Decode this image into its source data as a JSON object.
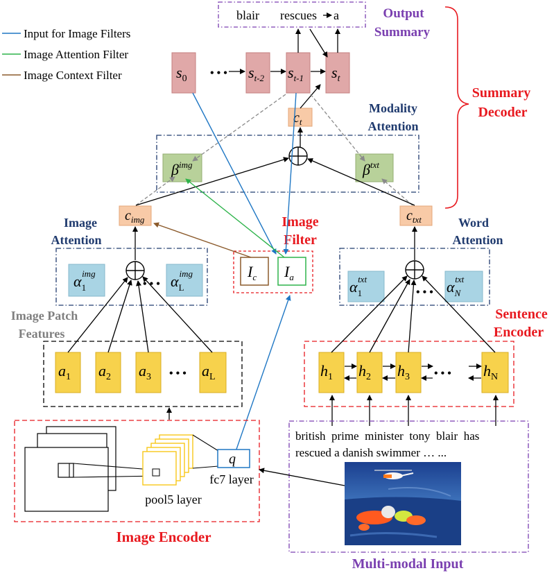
{
  "legend": {
    "items": [
      {
        "label": "Input for Image Filters",
        "color": "#1f77c4"
      },
      {
        "label": "Image Attention Filter",
        "color": "#2db34a"
      },
      {
        "label": "Image Context Filter",
        "color": "#8b5a2b"
      }
    ]
  },
  "colors": {
    "red_label": "#e8191f",
    "purple_label": "#7a3fb0",
    "navy_label": "#1f3a6e",
    "gray_label": "#7f7f7f",
    "state_fill": "#e0a8a8",
    "yellow_fill": "#f7d24c",
    "blue_fill": "#a9d4e4",
    "green_fill": "#b8d19a",
    "peach_fill": "#f8caa7"
  },
  "labels": {
    "output_summary_line1": "Output",
    "output_summary_line2": "Summary",
    "summary_decoder_line1": "Summary",
    "summary_decoder_line2": "Decoder",
    "modality_attention_line1": "Modality",
    "modality_attention_line2": "Attention",
    "image_attention_line1": "Image",
    "image_attention_line2": "Attention",
    "image_filter_line1": "Image",
    "image_filter_line2": "Filter",
    "word_attention_line1": "Word",
    "word_attention_line2": "Attention",
    "image_patch_line1": "Image Patch",
    "image_patch_line2": "Features",
    "sentence_encoder_line1": "Sentence",
    "sentence_encoder_line2": "Encoder",
    "image_encoder": "Image Encoder",
    "multimodal_input": "Multi-modal Input",
    "pool5_layer": "pool5 layer",
    "fc7_layer": "fc7 layer"
  },
  "output_text": {
    "blair": "blair",
    "rescues": "rescues",
    "a": "a"
  },
  "input_text": {
    "line1": "british  prime  minister  tony  blair  has",
    "line2": "rescued a danish swimmer … ..."
  },
  "states": {
    "s0": {
      "base": "s",
      "sub": "0"
    },
    "st2": {
      "base": "s",
      "sub": "t-2"
    },
    "st1": {
      "base": "s",
      "sub": "t-1"
    },
    "st": {
      "base": "s",
      "sub": "t"
    }
  },
  "nodes": {
    "ct": {
      "base": "c",
      "sub": "t"
    },
    "cimg": {
      "base": "c",
      "sub": "img"
    },
    "ctxt": {
      "base": "c",
      "sub": "txt"
    },
    "beta_img": {
      "base": "β",
      "sup": "img"
    },
    "beta_txt": {
      "base": "β",
      "sup": "txt"
    },
    "Ic": {
      "base": "I",
      "sub": "c"
    },
    "Ia": {
      "base": "I",
      "sub": "a"
    },
    "q": {
      "base": "q"
    },
    "alpha_img_1": {
      "base": "α",
      "sub": "1",
      "sup": "img"
    },
    "alpha_img_L": {
      "base": "α",
      "sub": "L",
      "sup": "img"
    },
    "alpha_txt_1": {
      "base": "α",
      "sub": "1",
      "sup": "txt"
    },
    "alpha_txt_N": {
      "base": "α",
      "sub": "N",
      "sup": "txt"
    }
  },
  "patches": [
    {
      "base": "a",
      "sub": "1"
    },
    {
      "base": "a",
      "sub": "2"
    },
    {
      "base": "a",
      "sub": "3"
    },
    {
      "base": "a",
      "sub": "L"
    }
  ],
  "hidden": [
    {
      "base": "h",
      "sub": "1"
    },
    {
      "base": "h",
      "sub": "2"
    },
    {
      "base": "h",
      "sub": "3"
    },
    {
      "base": "h",
      "sub": "N"
    }
  ],
  "symbols": {
    "dots": "• • •",
    "ellipsis": "• • •",
    "plus": "+"
  }
}
